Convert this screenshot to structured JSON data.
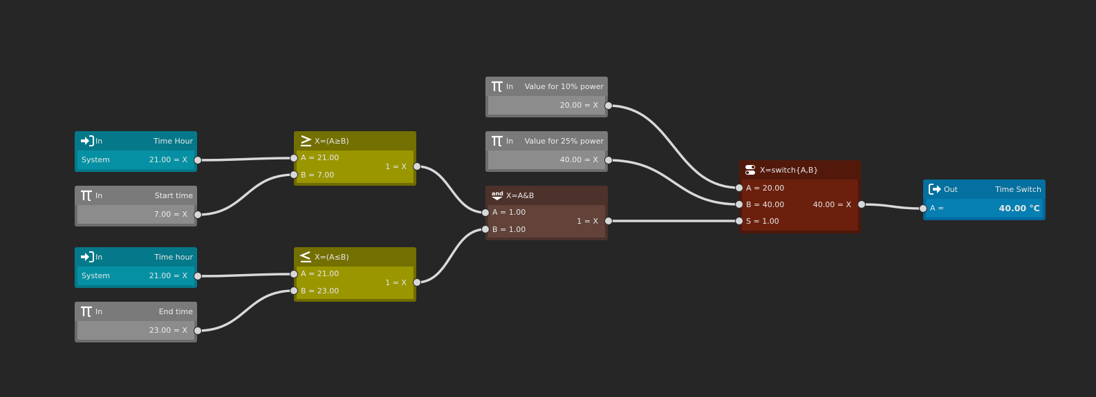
{
  "canvas": {
    "background": "#262626",
    "wire_color": "#d9d9d9"
  },
  "nodes": {
    "time_hour_in": {
      "kind": "In",
      "title": "Time Hour",
      "source": "System",
      "output": "21.00 = X",
      "icon": "login-arrow-icon",
      "color": "#0591a3"
    },
    "start_time": {
      "kind": "In",
      "title": "Start time",
      "output": "7.00 = X",
      "icon": "pi-icon",
      "color": "#8c8c8c"
    },
    "time_hour_in_2": {
      "kind": "In",
      "title": "Time hour",
      "source": "System",
      "output": "21.00 = X",
      "icon": "login-arrow-icon",
      "color": "#0591a3"
    },
    "end_time": {
      "kind": "In",
      "title": "End time",
      "output": "23.00 = X",
      "icon": "pi-icon",
      "color": "#8c8c8c"
    },
    "ge_compare": {
      "formula": "X=(A≥B)",
      "icon": "greater-equal-icon",
      "input_a": "A = 21.00",
      "input_b": "B = 7.00",
      "output": "1 = X",
      "color": "#9a9600"
    },
    "le_compare": {
      "formula": "X=(A≤B)",
      "icon": "less-equal-icon",
      "input_a": "A = 21.00",
      "input_b": "B = 23.00",
      "output": "1 = X",
      "color": "#9a9600"
    },
    "value_10": {
      "kind": "In",
      "title": "Value for 10% power",
      "output": "20.00 = X",
      "icon": "pi-icon",
      "color": "#8c8c8c"
    },
    "value_25": {
      "kind": "In",
      "title": "Value for 25% power",
      "output": "40.00 = X",
      "icon": "pi-icon",
      "color": "#8c8c8c"
    },
    "and_gate": {
      "formula": "X=A&B",
      "icon": "and-gate-icon",
      "icon_text": "and",
      "input_a": "A = 1.00",
      "input_b": "B = 1.00",
      "output": "1 = X",
      "color": "#624239"
    },
    "switch": {
      "formula": "X=switch{A,B}",
      "icon": "switch-icon",
      "input_a": "A = 20.00",
      "input_b": "B = 40.00",
      "input_s": "S =  1.00",
      "output": "40.00 = X",
      "color": "#6b200d"
    },
    "out": {
      "kind": "Out",
      "title": "Time Switch",
      "input_a": "A =",
      "value": "40.00 °C",
      "icon": "logout-arrow-icon",
      "color": "#067fb3"
    }
  }
}
